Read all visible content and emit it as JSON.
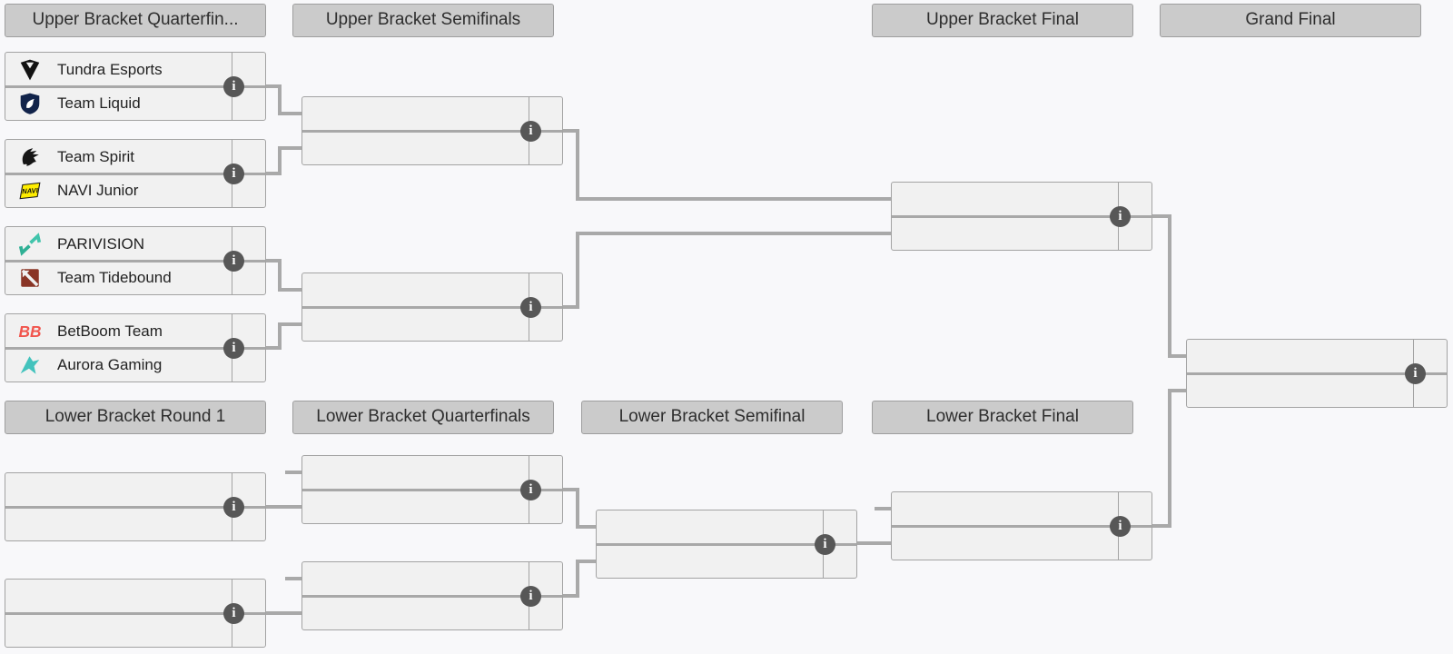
{
  "colors": {
    "page_bg": "#f8f8fa",
    "header_bg": "#cbcbcb",
    "header_border": "#9e9e9e",
    "match_bg": "#f1f1f1",
    "match_border": "#a3a3a3",
    "connector": "#a9a9a9",
    "info_icon_bg": "#575757",
    "text": "#222222",
    "navi_yellow": "#ffee00",
    "betboom_red": "#f1554d",
    "aurora_teal": "#43c3bd",
    "parivision_teal": "#41c4ab",
    "tidebound_maroon": "#8a3526",
    "liquid_navy": "#11234a"
  },
  "info_icon_glyph": "i",
  "headers": {
    "ubqf": "Upper Bracket Quarterfin...",
    "ubsf": "Upper Bracket Semifinals",
    "ubf": "Upper Bracket Final",
    "gf": "Grand Final",
    "lbr1": "Lower Bracket Round 1",
    "lbqf": "Lower Bracket Quarterfinals",
    "lbsf": "Lower Bracket Semifinal",
    "lbf": "Lower Bracket Final"
  },
  "matches": {
    "ubqf1": {
      "team1": {
        "name": "Tundra Esports",
        "logo": "tundra-esports-logo",
        "score": ""
      },
      "team2": {
        "name": "Team Liquid",
        "logo": "team-liquid-logo",
        "score": ""
      }
    },
    "ubqf2": {
      "team1": {
        "name": "Team Spirit",
        "logo": "team-spirit-logo",
        "score": ""
      },
      "team2": {
        "name": "NAVI Junior",
        "logo": "navi-junior-logo",
        "score": ""
      }
    },
    "ubqf3": {
      "team1": {
        "name": "PARIVISION",
        "logo": "parivision-logo",
        "score": ""
      },
      "team2": {
        "name": "Team Tidebound",
        "logo": "team-tidebound-logo",
        "score": ""
      }
    },
    "ubqf4": {
      "team1": {
        "name": "BetBoom Team",
        "logo": "betboom-team-logo",
        "score": ""
      },
      "team2": {
        "name": "Aurora Gaming",
        "logo": "aurora-gaming-logo",
        "score": ""
      }
    },
    "ubsf1": {
      "team1": {
        "name": "",
        "score": ""
      },
      "team2": {
        "name": "",
        "score": ""
      }
    },
    "ubsf2": {
      "team1": {
        "name": "",
        "score": ""
      },
      "team2": {
        "name": "",
        "score": ""
      }
    },
    "ubf": {
      "team1": {
        "name": "",
        "score": ""
      },
      "team2": {
        "name": "",
        "score": ""
      }
    },
    "gf": {
      "team1": {
        "name": "",
        "score": ""
      },
      "team2": {
        "name": "",
        "score": ""
      }
    },
    "lbr1m1": {
      "team1": {
        "name": "",
        "score": ""
      },
      "team2": {
        "name": "",
        "score": ""
      }
    },
    "lbr1m2": {
      "team1": {
        "name": "",
        "score": ""
      },
      "team2": {
        "name": "",
        "score": ""
      }
    },
    "lbqf1": {
      "team1": {
        "name": "",
        "score": ""
      },
      "team2": {
        "name": "",
        "score": ""
      }
    },
    "lbqf2": {
      "team1": {
        "name": "",
        "score": ""
      },
      "team2": {
        "name": "",
        "score": ""
      }
    },
    "lbsf": {
      "team1": {
        "name": "",
        "score": ""
      },
      "team2": {
        "name": "",
        "score": ""
      }
    },
    "lbf": {
      "team1": {
        "name": "",
        "score": ""
      },
      "team2": {
        "name": "",
        "score": ""
      }
    }
  }
}
